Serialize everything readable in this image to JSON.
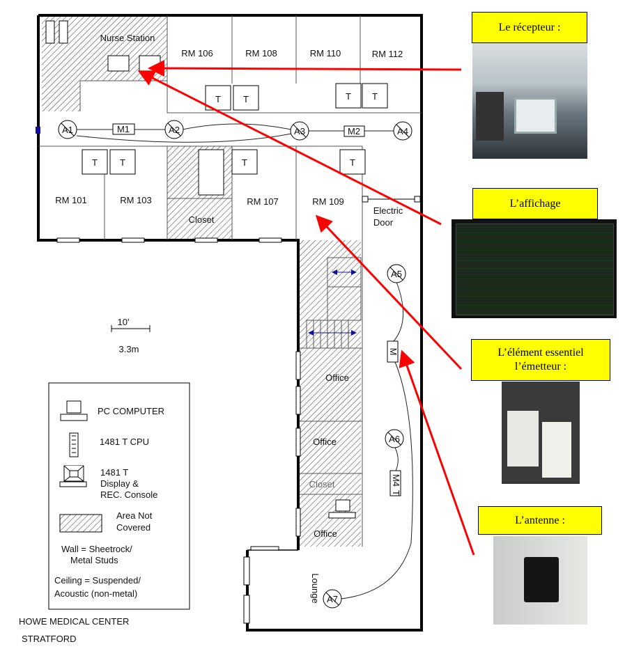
{
  "floorplan": {
    "rooms": {
      "nurse_station": "Nurse Station",
      "rm106": "RM 106",
      "rm108": "RM 108",
      "rm110": "RM 110",
      "rm112": "RM 112",
      "rm101": "RM 101",
      "rm103": "RM 103",
      "closet": "Closet",
      "rm107": "RM 107",
      "rm109": "RM 109",
      "electric_door_1": "Electric",
      "electric_door_2": "Door",
      "office1": "Office",
      "office2": "Office",
      "closet2": "Closet",
      "office3": "Office",
      "lounge": "Lounge",
      "t": "T"
    },
    "antennas": [
      "A1",
      "A2",
      "A3",
      "A4",
      "A5",
      "A6",
      "A7"
    ],
    "modules": {
      "m1": "M1",
      "m2": "M2",
      "m3": "M",
      "m4": "M4",
      "m4t": "T"
    },
    "scale": {
      "feet": "10'",
      "meters": "3.3m"
    },
    "legend": {
      "pc": "PC COMPUTER",
      "cpu": "1481 T  CPU",
      "display_1": "1481 T",
      "display_2": "Display &",
      "display_3": "REC. Console",
      "area_1": "Area Not",
      "area_2": "Covered",
      "wall_1": "Wall = Sheetrock/",
      "wall_2": "Metal Studs",
      "ceiling_1": "Ceiling = Suspended/",
      "ceiling_2": "Acoustic (non-metal)"
    },
    "title": "HOWE MEDICAL CENTER",
    "subtitle": "STRATFORD"
  },
  "callouts": {
    "receiver": "Le récepteur :",
    "display": "L’affichage",
    "transmitter_1": "L’élément essentiel",
    "transmitter_2": "l’émetteur :",
    "antenna": "L’antenne :"
  },
  "colors": {
    "arrow": "#ff0000",
    "callout_bg": "#ffff00",
    "door_marker": "#1010a0"
  }
}
